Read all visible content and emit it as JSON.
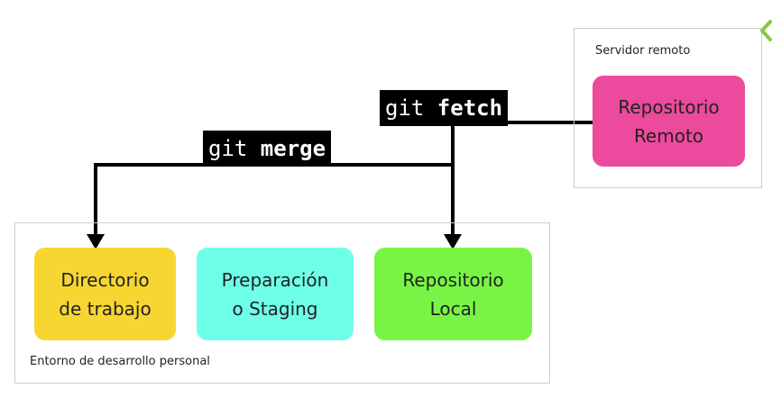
{
  "remote_group": {
    "label": "Servidor remoto",
    "repo_line1": "Repositorio",
    "repo_line2": "Remoto",
    "color": "#ec4a9c"
  },
  "local_group": {
    "label": "Entorno de desarrollo personal",
    "boxes": [
      {
        "line1": "Directorio",
        "line2": "de trabajo",
        "color": "#f7d632"
      },
      {
        "line1": "Preparación",
        "line2": "o Staging",
        "color": "#6effe9"
      },
      {
        "line1": "Repositorio",
        "line2": "Local",
        "color": "#78f544"
      }
    ]
  },
  "commands": {
    "fetch": {
      "prefix": "git ",
      "keyword": "fetch"
    },
    "merge": {
      "prefix": "git ",
      "keyword": "merge"
    }
  },
  "edge_icon": {
    "name": "chevron-left-icon",
    "color": "#8cc63f"
  }
}
